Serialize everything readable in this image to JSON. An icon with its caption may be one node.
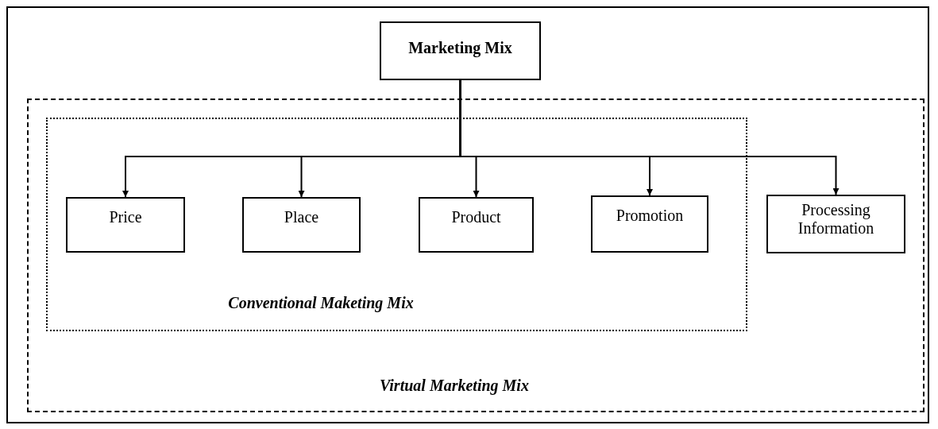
{
  "diagram": {
    "nodes": [
      {
        "text": [
          "Marketing Mix"
        ]
      },
      {
        "text": [
          "Virtual Marketing Mix"
        ]
      },
      {
        "text": [
          "Conventional Maketing Mix"
        ],
        "in": 1
      },
      {
        "text": [
          "Price"
        ],
        "in": 2
      },
      {
        "text": [
          "Place"
        ],
        "in": 2
      },
      {
        "text": [
          "Product"
        ],
        "in": 2
      },
      {
        "text": [
          "Promotion"
        ],
        "in": 2
      },
      {
        "text": [
          "Processing Information"
        ],
        "in": 1
      }
    ],
    "edges": [
      {
        "from": 0,
        "to": 3,
        "arrow": "to"
      },
      {
        "from": 0,
        "to": 4,
        "arrow": "to"
      },
      {
        "from": 0,
        "to": 5,
        "arrow": "to"
      },
      {
        "from": 0,
        "to": 6,
        "arrow": "to"
      },
      {
        "from": 0,
        "to": 7,
        "arrow": "to"
      }
    ]
  }
}
